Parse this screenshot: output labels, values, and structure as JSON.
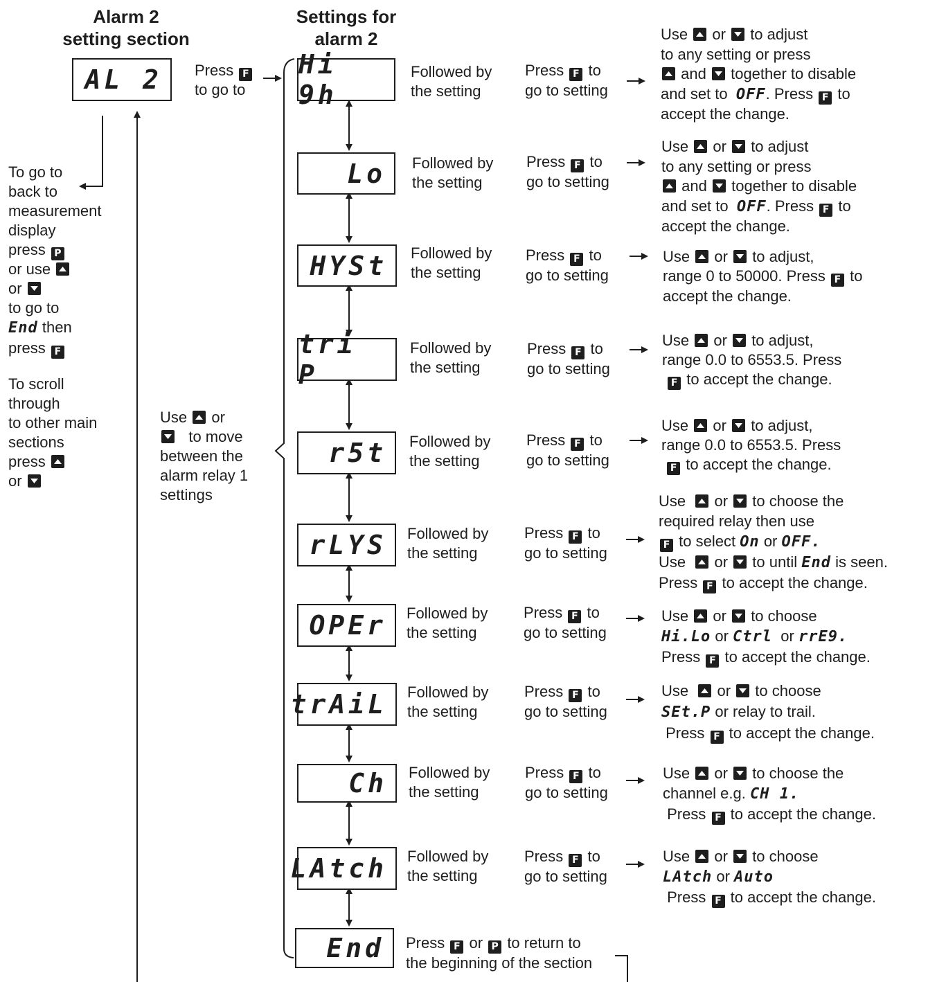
{
  "headings": {
    "section": [
      "Alarm 2",
      "setting section"
    ],
    "settings": [
      "Settings for",
      "alarm  2"
    ]
  },
  "al2_display": "AL 2",
  "press_f_to_go": [
    "Press",
    "to go to"
  ],
  "left_text": {
    "l1": "To go to",
    "l2": "back to",
    "l3": "measurement",
    "l4": "display",
    "l5": "press",
    "l6": "or use",
    "l7": "or",
    "l8": "to go to",
    "l9_seg": "End",
    "l9": " then",
    "l10": "press",
    "s1": "To scroll",
    "s2": "through",
    "s3": "to other main",
    "s4": "sections",
    "s5": "press",
    "s6": "or"
  },
  "mid_text": {
    "m1": "Use",
    "m1b": "or",
    "m2": "to move",
    "m3": "between the",
    "m4": "alarm relay 1",
    "m5": "settings"
  },
  "followed": [
    "Followed by",
    "the setting"
  ],
  "press_to": [
    "Press",
    "to",
    "go to setting"
  ],
  "keys": {
    "f": "F",
    "p": "P"
  },
  "displays": [
    "Hi 9h",
    "Lo",
    "HYSt",
    "tri P",
    "r5t",
    "rLYS",
    "OPEr",
    "trAiL",
    "Ch",
    "LAtch",
    "End"
  ],
  "desc": {
    "high": {
      "l1a": "Use",
      "l1b": "or",
      "l1c": "to adjust",
      "l2": "to any setting or press",
      "l3a": "and",
      "l3b": "together to disable",
      "l4a": "and set to",
      "l4seg": "OFF",
      "l4b": ". Press",
      "l4c": "to",
      "l5": "accept the change."
    },
    "lo": {
      "l1a": "Use",
      "l1b": "or",
      "l1c": "to adjust",
      "l2": "to any setting or press",
      "l3a": "and",
      "l3b": "together to disable",
      "l4a": "and set to",
      "l4seg": "OFF",
      "l4b": ". Press",
      "l4c": "to",
      "l5": "accept the change."
    },
    "hyst": {
      "l1a": "Use",
      "l1b": "or",
      "l1c": "to adjust,",
      "l2a": "range 0 to 50000. Press",
      "l2b": "to",
      "l3": "accept the change."
    },
    "trip": {
      "l1a": "Use",
      "l1b": "or",
      "l1c": "to adjust,",
      "l2": "range 0.0 to 6553.5. Press",
      "l3": "to accept the change."
    },
    "rst": {
      "l1a": "Use",
      "l1b": "or",
      "l1c": "to adjust,",
      "l2": "range 0.0 to 6553.5. Press",
      "l3": "to accept the change."
    },
    "rlys": {
      "l1a": "Use",
      "l1b": "or",
      "l1c": "to choose the",
      "l2": "required relay then use",
      "l3a": "to select",
      "l3seg1": "On",
      "l3b": "or",
      "l3seg2": "OFF.",
      "l4a": "Use",
      "l4b": "or",
      "l4c": "to until",
      "l4seg": "End",
      "l4d": "is seen.",
      "l5a": "Press",
      "l5b": "to accept the change."
    },
    "oper": {
      "l1a": "Use",
      "l1b": "or",
      "l1c": "to choose",
      "l2seg1": "Hi.Lo",
      "l2a": "or",
      "l2seg2": "Ctrl",
      "l2b": "or",
      "l2seg3": "rrE9.",
      "l3a": "Press",
      "l3b": "to accept the change."
    },
    "trail": {
      "l1a": "Use",
      "l1b": "or",
      "l1c": "to choose",
      "l2seg": "SEt.P",
      "l2": "or relay to trail.",
      "l3a": "Press",
      "l3b": "to accept the change."
    },
    "ch": {
      "l1a": "Use",
      "l1b": "or",
      "l1c": "to choose the",
      "l2": "channel e.g.",
      "l2seg": "CH 1.",
      "l3a": "Press",
      "l3b": "to accept the change."
    },
    "latch": {
      "l1a": "Use",
      "l1b": "or",
      "l1c": "to choose",
      "l2seg1": "LAtch",
      "l2": "or",
      "l2seg2": "Auto",
      "l3a": "Press",
      "l3b": "to accept the change."
    }
  },
  "end_text": {
    "l1a": "Press",
    "l1b": "or",
    "l1c": "to return to",
    "l2": "the beginning of the section"
  }
}
